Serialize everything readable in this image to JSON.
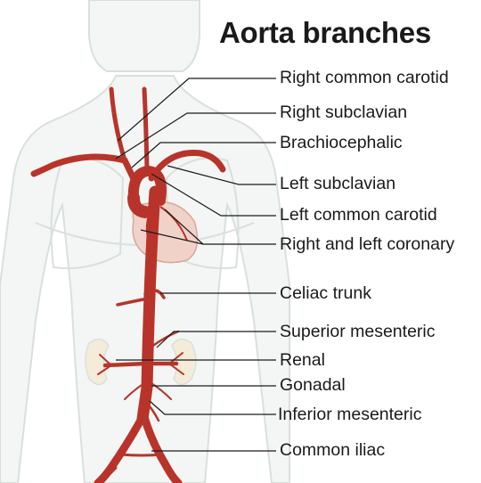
{
  "title": "Aorta branches",
  "labels": {
    "right_common_carotid": "Right common carotid",
    "right_subclavian": "Right subclavian",
    "brachiocephalic": "Brachiocephalic",
    "left_subclavian": "Left subclavian",
    "left_common_carotid": "Left common carotid",
    "coronary": "Right and left coronary",
    "celiac_trunk": "Celiac trunk",
    "superior_mesenteric": "Superior mesenteric",
    "renal": "Renal",
    "gonadal": "Gonadal",
    "inferior_mesenteric": "Inferior mesenteric",
    "common_iliac": "Common iliac"
  },
  "colors": {
    "artery": "#b8342a",
    "body_outline": "#d9e0dc",
    "body_fill": "#f3f6f4",
    "heart": "#f0d2c8",
    "leader": "#1a1a1a",
    "kidney": "#f4ecd8"
  }
}
